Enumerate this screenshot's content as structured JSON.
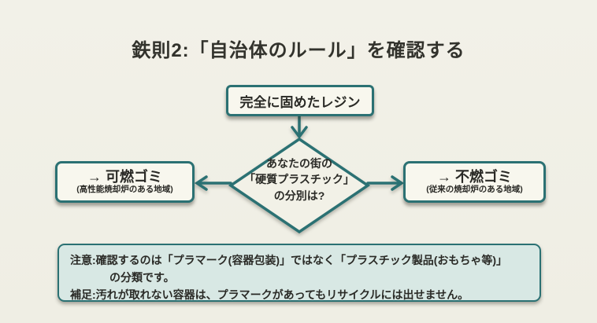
{
  "title": "鉄則2:「自治体のルール」を確認する",
  "flow": {
    "start_label": "完全に固めたレジン",
    "decision": {
      "line1": "あなたの街の",
      "line2": "「硬質プラスチック」",
      "line3": "の分別は?"
    },
    "left_outcome": {
      "label": "→ 可燃ゴミ",
      "sub": "(高性能焼却炉のある地域)"
    },
    "right_outcome": {
      "label": "→ 不燃ゴミ",
      "sub": "(従来の焼却炉のある地域)"
    }
  },
  "note": {
    "lines": [
      "注意:確認するのは「プラマーク(容器包装)」ではなく「プラスチック製品(おもちゃ等)」",
      "の分類です。",
      "補足:汚れが取れない容器は、プラマークがあってもリサイクルには出せません。"
    ]
  },
  "colors": {
    "accent_teal": "#2b7173",
    "note_background": "#d8e8e4",
    "page_background": "#f1f0e7",
    "node_background": "#f8f7ee",
    "text": "#2a2a26"
  }
}
